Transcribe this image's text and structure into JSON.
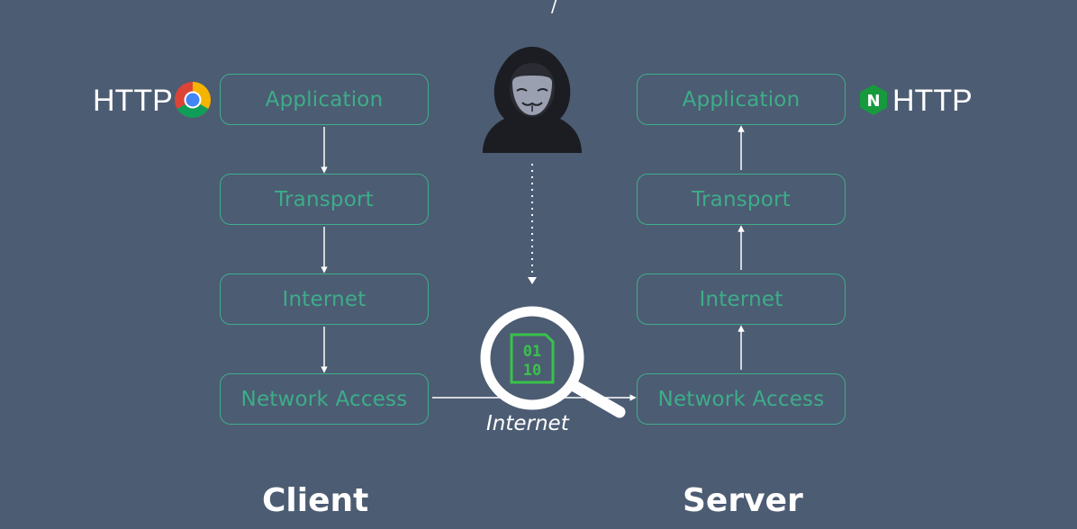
{
  "client": {
    "protocol": "HTTP",
    "label": "Client",
    "layers": [
      "Application",
      "Transport",
      "Internet",
      "Network Access"
    ]
  },
  "server": {
    "protocol": "HTTP",
    "label": "Server",
    "layers": [
      "Application",
      "Transport",
      "Internet",
      "Network Access"
    ]
  },
  "link_label": "Internet",
  "inspector_binary": [
    "01",
    "10"
  ],
  "nginx_letter": "N",
  "colors": {
    "background": "#4c5c73",
    "layer_border": "#3fae8a",
    "layer_text": "#3dad88",
    "binary_green": "#39c24a",
    "nginx_green": "#179a3d"
  }
}
